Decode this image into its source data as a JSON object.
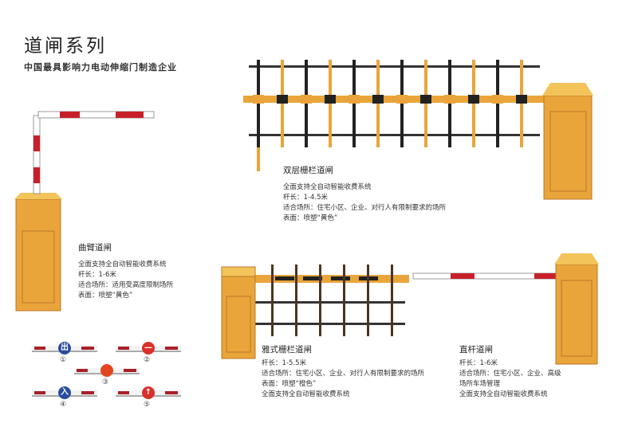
{
  "header": {
    "title": "道闸系列",
    "subtitle": "中国最具影响力电动伸缩门制造企业"
  },
  "products": [
    {
      "name": "曲臂道闸",
      "lines": [
        "全面支持全自动智能收费系统",
        "杆长：1-6米",
        "适合场所：适用受高度限制场所",
        "表面：喷塑“黄色”"
      ]
    },
    {
      "name": "双层栅栏道闸",
      "lines": [
        "全面支持全自动智能收费系统",
        "杆长：1-4.5米",
        "适合场所：住宅小区、企业、对行人有限制要求的场所",
        "表面：喷塑“黄色”"
      ]
    },
    {
      "name": "雅式栅栏道闸",
      "lines": [
        "杆长：1-5.5米",
        "适合场所：住宅小区、企业、对行人有限制要求的场所",
        "表面：喷塑“橙色”",
        "全面支持全自动智能收费系统"
      ]
    },
    {
      "name": "直杆道闸",
      "lines": [
        "杆长：1-6米",
        "适合场所：住宅小区、企业、高级",
        "场所车场管理",
        "全面支持全自动智能收费系统"
      ]
    }
  ],
  "signs": [
    {
      "num": "①",
      "glyph": "出",
      "color": "#2a4d9c"
    },
    {
      "num": "②",
      "glyph": "—",
      "color": "#d9302a"
    },
    {
      "num": "③",
      "glyph": "",
      "color": "#e2461f"
    },
    {
      "num": "④",
      "glyph": "入",
      "color": "#2a4d9c"
    },
    {
      "num": "⑤",
      "glyph": "↑",
      "color": "#d9302a"
    }
  ],
  "colors": {
    "yellow": "#e9a53a",
    "red": "#c8202a",
    "black": "#1a1a1a"
  }
}
